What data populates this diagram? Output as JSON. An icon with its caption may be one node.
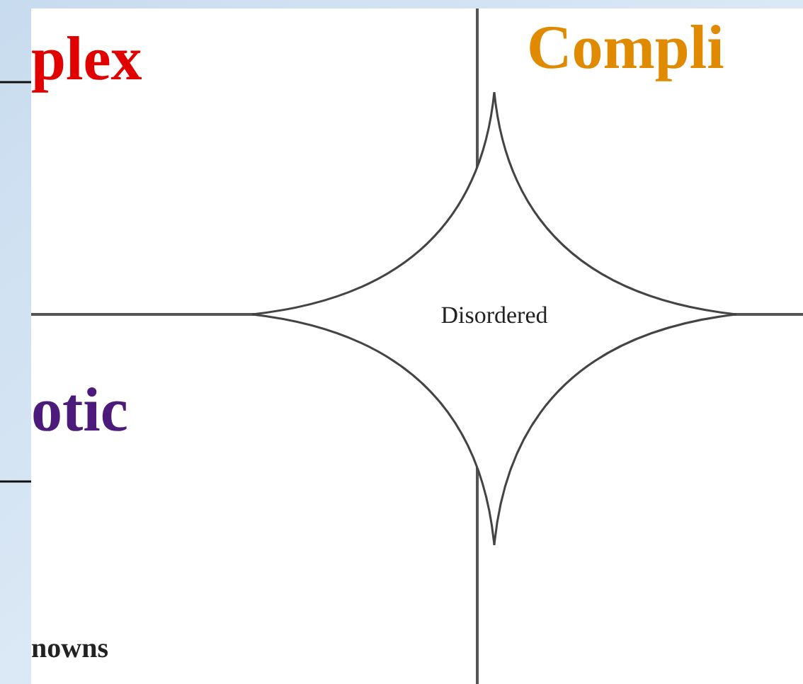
{
  "diagram": {
    "nodes": [
      {
        "text": [
          "Disordered"
        ]
      }
    ],
    "labels": [
      "plex",
      "Compli",
      "otic",
      "nowns"
    ]
  }
}
